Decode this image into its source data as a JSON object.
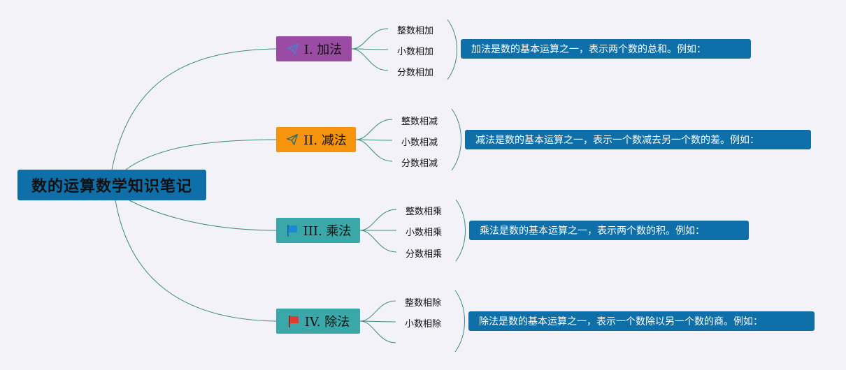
{
  "colors": {
    "root": "#0e6fa9",
    "branch_1": "#9a4ca4",
    "branch_2": "#f7940e",
    "branch_3": "#3aa8a8",
    "branch_4": "#3aa8a8",
    "summary": "#0e6fa9",
    "connector": "#3d8a83"
  },
  "root": {
    "title": "数的运算数学知识笔记"
  },
  "branches": [
    {
      "label": "I. 加法",
      "icon": "paper-plane-icon",
      "children": [
        "整数相加",
        "小数相加",
        "分数相加"
      ],
      "summary": "加法是数的基本运算之一，表示两个数的总和。例如："
    },
    {
      "label": "II. 减法",
      "icon": "paper-plane-icon",
      "children": [
        "整数相减",
        "小数相减",
        "分数相减"
      ],
      "summary": "减法是数的基本运算之一，表示一个数减去另一个数的差。例如："
    },
    {
      "label": "III. 乘法",
      "icon": "blue-flag-icon",
      "children": [
        "整数相乘",
        "小数相乘",
        "分数相乘"
      ],
      "summary": "乘法是数的基本运算之一，表示两个数的积。例如："
    },
    {
      "label": "IV. 除法",
      "icon": "red-flag-icon",
      "children": [
        "整数相除",
        "小数相除",
        ""
      ],
      "summary": "除法是数的基本运算之一，表示一个数除以另一个数的商。例如："
    }
  ]
}
